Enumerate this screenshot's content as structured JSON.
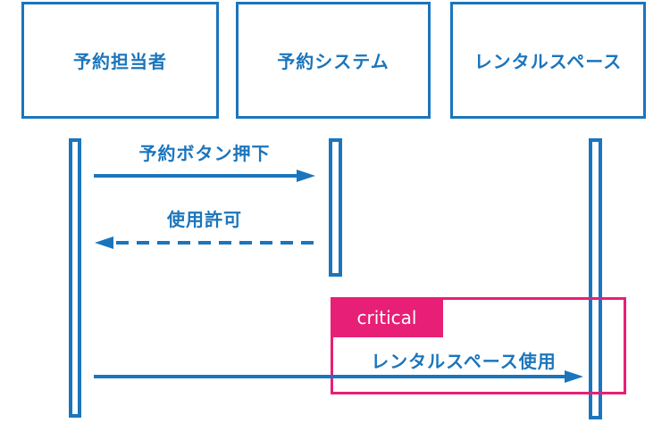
{
  "diagram": {
    "kind": "uml-sequence-diagram",
    "actors": [
      {
        "label": "予約担当者"
      },
      {
        "label": "予約システム"
      },
      {
        "label": "レンタルスペース"
      }
    ],
    "messages": [
      {
        "label": "予約ボタン押下",
        "direction": "right",
        "line_style": "solid"
      },
      {
        "label": "使用許可",
        "direction": "left",
        "line_style": "dashed"
      },
      {
        "label": "レンタルスペース使用",
        "direction": "right",
        "line_style": "solid"
      }
    ],
    "fragment": {
      "operator_label": "critical"
    },
    "colors": {
      "line_blue": "#1B75BC",
      "fragment_pink": "#E81F76",
      "operator_text": "#FFFFFF",
      "background": "#FFFFFF"
    }
  }
}
